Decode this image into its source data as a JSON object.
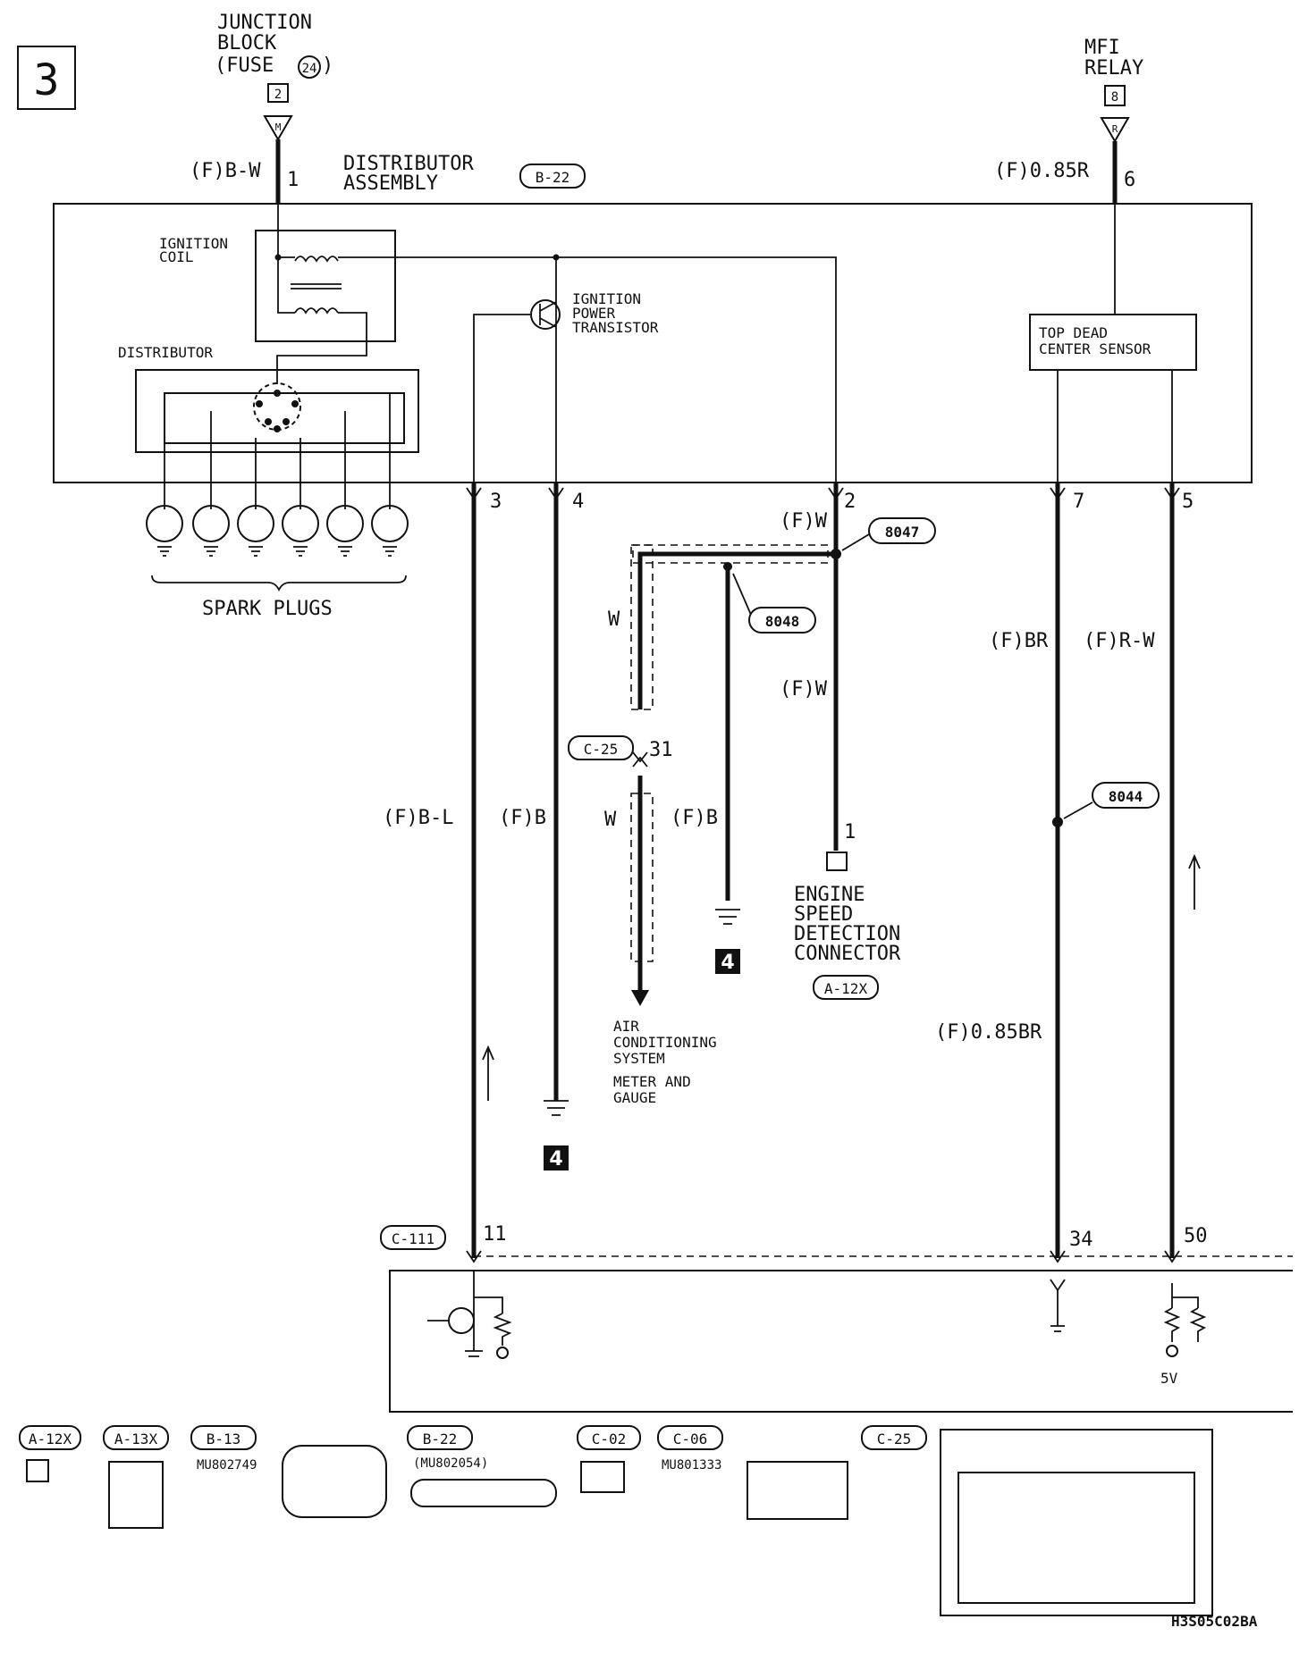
{
  "page_number": "3",
  "junction_block": {
    "line1": "JUNCTION",
    "line2": "BLOCK",
    "line3": "(FUSE",
    "fuse_no": "24",
    "close": ")",
    "pin": "2",
    "plug": "M"
  },
  "mfi_relay": {
    "line1": "MFI",
    "line2": "RELAY",
    "pin": "8",
    "plug": "R"
  },
  "distributor_assembly": {
    "line1": "DISTRIBUTOR",
    "line2": "ASSEMBLY",
    "connector": "B-22"
  },
  "ignition_coil": {
    "line1": "IGNITION",
    "line2": "COIL"
  },
  "ignition_power_transistor": {
    "line1": "IGNITION",
    "line2": "POWER",
    "line3": "TRANSISTOR"
  },
  "distributor_label": "DISTRIBUTOR",
  "spark_plugs_label": "SPARK PLUGS",
  "tdc_sensor": {
    "line1": "TOP DEAD",
    "line2": "CENTER SENSOR"
  },
  "wires": {
    "fb_w": "(F)B-W",
    "f085r": "(F)0.85R",
    "fw_top": "(F)W",
    "fw_mid": "(F)W",
    "fbr": "(F)BR",
    "frw": "(F)R-W",
    "w_upper": "W",
    "w_lower": "W",
    "fbl": "(F)B-L",
    "fb_a": "(F)B",
    "fb_b": "(F)B",
    "f085br": "(F)0.85BR"
  },
  "pins": {
    "p1": "1",
    "p6": "6",
    "p3": "3",
    "p4": "4",
    "p2": "2",
    "p7": "7",
    "p5": "5",
    "p31": "31",
    "p1b": "1",
    "p11": "11",
    "p34": "34",
    "p50": "50"
  },
  "splices": {
    "s1": "8047",
    "s2": "8048",
    "s3": "8044"
  },
  "ground_ref": "4",
  "connectors": {
    "c25": "C-25",
    "a12x": "A-12X",
    "c111": "C-111"
  },
  "engine_speed": {
    "line1": "ENGINE",
    "line2": "SPEED",
    "line3": "DETECTION",
    "line4": "CONNECTOR"
  },
  "destinations": {
    "d1a": "AIR",
    "d1b": "CONDITIONING",
    "d1c": "SYSTEM",
    "d2a": "METER AND",
    "d2b": "GAUGE"
  },
  "voltage_5v": "5V",
  "legend": {
    "a12x": "A-12X",
    "a13x": "A-13X",
    "b13": "B-13",
    "b13_part": "MU802749",
    "b22": "B-22",
    "b22_part": "(MU802054)",
    "c02": "C-02",
    "c06": "C-06",
    "c06_part": "MU801333",
    "c25": "C-25"
  },
  "footer_code": "H3S05C02BA"
}
